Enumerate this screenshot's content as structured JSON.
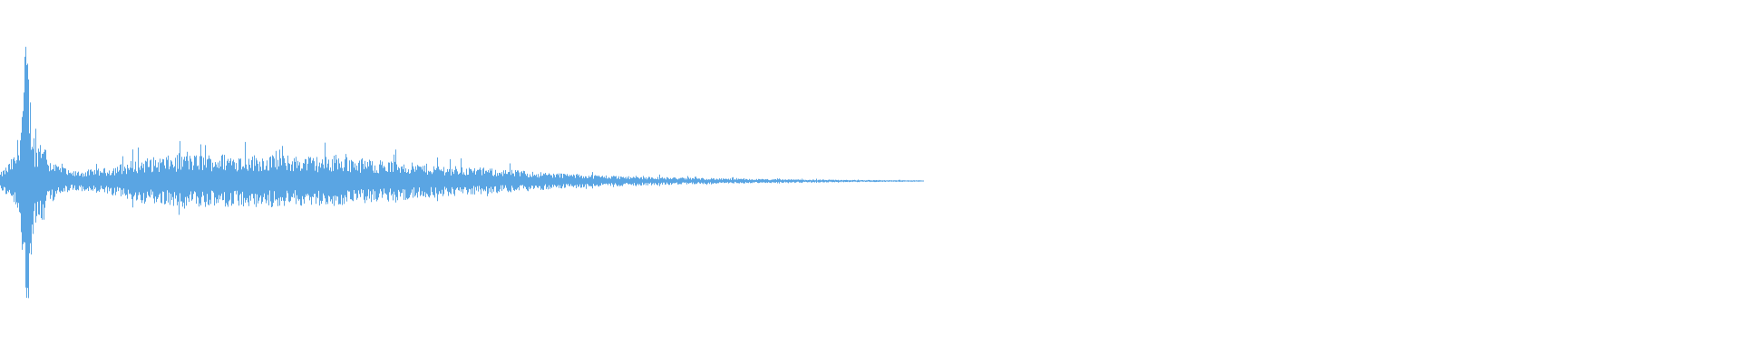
{
  "waveform": {
    "color": "#5aa5e3",
    "background": "#ffffff",
    "duration_fraction_shown": 0.53,
    "envelope": [
      {
        "t": 0.0,
        "a": 0.05
      },
      {
        "t": 0.004,
        "a": 0.1
      },
      {
        "t": 0.009,
        "a": 0.18
      },
      {
        "t": 0.012,
        "a": 0.45
      },
      {
        "t": 0.013,
        "a": 0.6
      },
      {
        "t": 0.015,
        "a": 0.95
      },
      {
        "t": 0.017,
        "a": 0.55
      },
      {
        "t": 0.02,
        "a": 0.22
      },
      {
        "t": 0.024,
        "a": 0.3
      },
      {
        "t": 0.028,
        "a": 0.14
      },
      {
        "t": 0.04,
        "a": 0.06
      },
      {
        "t": 0.06,
        "a": 0.08
      },
      {
        "t": 0.08,
        "a": 0.14
      },
      {
        "t": 0.1,
        "a": 0.16
      },
      {
        "t": 0.13,
        "a": 0.17
      },
      {
        "t": 0.16,
        "a": 0.16
      },
      {
        "t": 0.2,
        "a": 0.15
      },
      {
        "t": 0.24,
        "a": 0.11
      },
      {
        "t": 0.28,
        "a": 0.08
      },
      {
        "t": 0.32,
        "a": 0.05
      },
      {
        "t": 0.36,
        "a": 0.03
      },
      {
        "t": 0.42,
        "a": 0.015
      },
      {
        "t": 0.48,
        "a": 0.008
      },
      {
        "t": 0.53,
        "a": 0.004
      }
    ]
  }
}
